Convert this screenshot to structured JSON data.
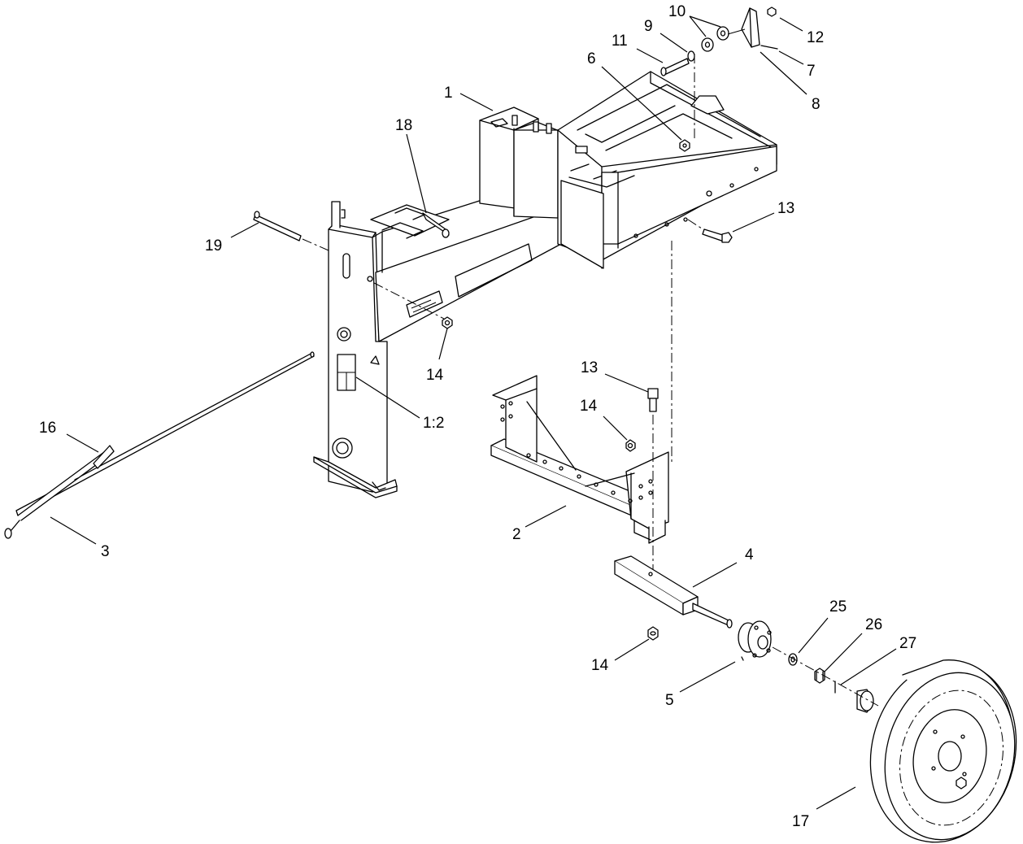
{
  "callouts": [
    {
      "id": "c1",
      "text": "1"
    },
    {
      "id": "c2",
      "text": "2"
    },
    {
      "id": "c3",
      "text": "3"
    },
    {
      "id": "c4",
      "text": "4"
    },
    {
      "id": "c5",
      "text": "5"
    },
    {
      "id": "c6",
      "text": "6"
    },
    {
      "id": "c7",
      "text": "7"
    },
    {
      "id": "c8",
      "text": "8"
    },
    {
      "id": "c9",
      "text": "9"
    },
    {
      "id": "c10",
      "text": "10"
    },
    {
      "id": "c11",
      "text": "11"
    },
    {
      "id": "c12",
      "text": "12"
    },
    {
      "id": "c13a",
      "text": "13"
    },
    {
      "id": "c13b",
      "text": "13"
    },
    {
      "id": "c14a",
      "text": "14"
    },
    {
      "id": "c14b",
      "text": "14"
    },
    {
      "id": "c14c",
      "text": "14"
    },
    {
      "id": "c16",
      "text": "16"
    },
    {
      "id": "c17",
      "text": "17"
    },
    {
      "id": "c18",
      "text": "18"
    },
    {
      "id": "c19",
      "text": "19"
    },
    {
      "id": "c1-2",
      "text": "1:2"
    },
    {
      "id": "c25",
      "text": "25"
    },
    {
      "id": "c26",
      "text": "26"
    },
    {
      "id": "c27",
      "text": "27"
    }
  ]
}
